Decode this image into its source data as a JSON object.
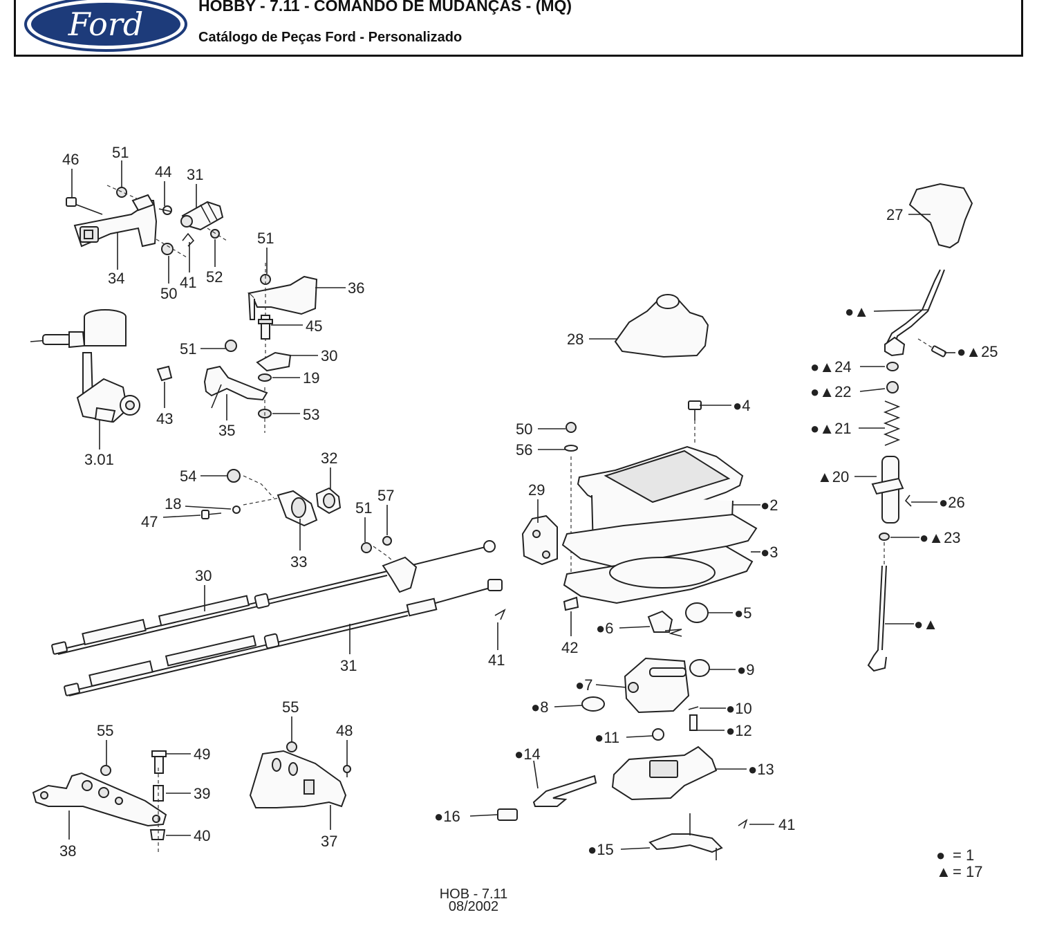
{
  "header": {
    "title": "HOBBY - 7.11 - COMANDO DE MUDANÇAS - (MQ)",
    "subtitle": "Catálogo de Peças Ford - Personalizado",
    "logo_text": "Ford",
    "logo_color": "#1d3b7a"
  },
  "callouts": [
    {
      "id": "c46",
      "text": "46"
    },
    {
      "id": "c51a",
      "text": "51"
    },
    {
      "id": "c44",
      "text": "44"
    },
    {
      "id": "c31a",
      "text": "31"
    },
    {
      "id": "c34",
      "text": "34"
    },
    {
      "id": "c50a",
      "text": "50"
    },
    {
      "id": "c41a",
      "text": "41"
    },
    {
      "id": "c52",
      "text": "52"
    },
    {
      "id": "c51b",
      "text": "51"
    },
    {
      "id": "c36",
      "text": "36"
    },
    {
      "id": "c45",
      "text": "45"
    },
    {
      "id": "c51c",
      "text": "51"
    },
    {
      "id": "c30a",
      "text": "30"
    },
    {
      "id": "c19",
      "text": "19"
    },
    {
      "id": "c53",
      "text": "53"
    },
    {
      "id": "c35",
      "text": "35"
    },
    {
      "id": "c43",
      "text": "43"
    },
    {
      "id": "c301",
      "text": "3.01"
    },
    {
      "id": "c32",
      "text": "32"
    },
    {
      "id": "c54",
      "text": "54"
    },
    {
      "id": "c18",
      "text": "18"
    },
    {
      "id": "c47",
      "text": "47"
    },
    {
      "id": "c33",
      "text": "33"
    },
    {
      "id": "c51d",
      "text": "51"
    },
    {
      "id": "c57",
      "text": "57"
    },
    {
      "id": "c30b",
      "text": "30"
    },
    {
      "id": "c31b",
      "text": "31"
    },
    {
      "id": "c41b",
      "text": "41"
    },
    {
      "id": "c55a",
      "text": "55"
    },
    {
      "id": "c49",
      "text": "49"
    },
    {
      "id": "c39",
      "text": "39"
    },
    {
      "id": "c40",
      "text": "40"
    },
    {
      "id": "c38",
      "text": "38"
    },
    {
      "id": "c55b",
      "text": "55"
    },
    {
      "id": "c48",
      "text": "48"
    },
    {
      "id": "c37",
      "text": "37"
    },
    {
      "id": "c28",
      "text": "28"
    },
    {
      "id": "c50b",
      "text": "50"
    },
    {
      "id": "c56",
      "text": "56"
    },
    {
      "id": "c4",
      "text": "●4"
    },
    {
      "id": "c29",
      "text": "29"
    },
    {
      "id": "c2",
      "text": "●2"
    },
    {
      "id": "c3",
      "text": "●3"
    },
    {
      "id": "c42",
      "text": "42"
    },
    {
      "id": "c6",
      "text": "●6"
    },
    {
      "id": "c5",
      "text": "●5"
    },
    {
      "id": "c7",
      "text": "●7"
    },
    {
      "id": "c9",
      "text": "●9"
    },
    {
      "id": "c8",
      "text": "●8"
    },
    {
      "id": "c10",
      "text": "●10"
    },
    {
      "id": "c11",
      "text": "●11"
    },
    {
      "id": "c12",
      "text": "●12"
    },
    {
      "id": "c14",
      "text": "●14"
    },
    {
      "id": "c13",
      "text": "●13"
    },
    {
      "id": "c16",
      "text": "●16"
    },
    {
      "id": "c41c",
      "text": "41"
    },
    {
      "id": "c15",
      "text": "●15"
    },
    {
      "id": "c27",
      "text": "27"
    },
    {
      "id": "cla",
      "text": "●▲"
    },
    {
      "id": "c25",
      "text": "●▲25"
    },
    {
      "id": "c24",
      "text": "●▲24"
    },
    {
      "id": "c22",
      "text": "●▲22"
    },
    {
      "id": "c21",
      "text": "●▲21"
    },
    {
      "id": "c20",
      "text": "▲20"
    },
    {
      "id": "c26",
      "text": "●26"
    },
    {
      "id": "c23",
      "text": "●▲23"
    },
    {
      "id": "clb",
      "text": "●▲"
    }
  ],
  "legend": [
    {
      "symbol": "●",
      "text": "= 1"
    },
    {
      "symbol": "▲",
      "text": "= 17"
    }
  ],
  "footer": {
    "code": "HOB - 7.11",
    "date": "08/2002"
  }
}
